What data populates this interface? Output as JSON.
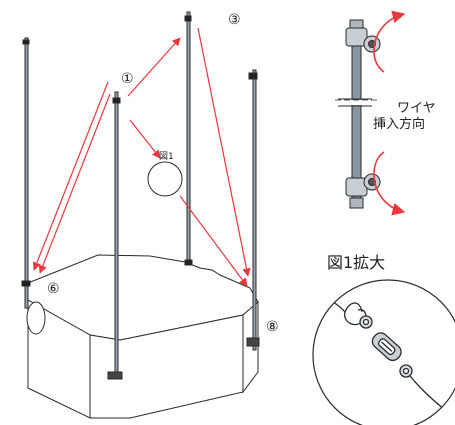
{
  "labels": {
    "step_1": "①",
    "step_3": "③",
    "step_6": "⑥",
    "step_8": "⑧",
    "fig1_marker": "図1",
    "wire_line1": "ワイヤ",
    "wire_line2": "挿入方向",
    "fig1_enlarged": "図1拡大"
  },
  "colors": {
    "arrow": "#e8383d",
    "line": "#2a2a2a",
    "post_fill": "#9aa4ad"
  },
  "icons": {
    "clip_detail": "post-clip-detail-icon",
    "turnbuckle": "wire-turnbuckle-icon"
  }
}
